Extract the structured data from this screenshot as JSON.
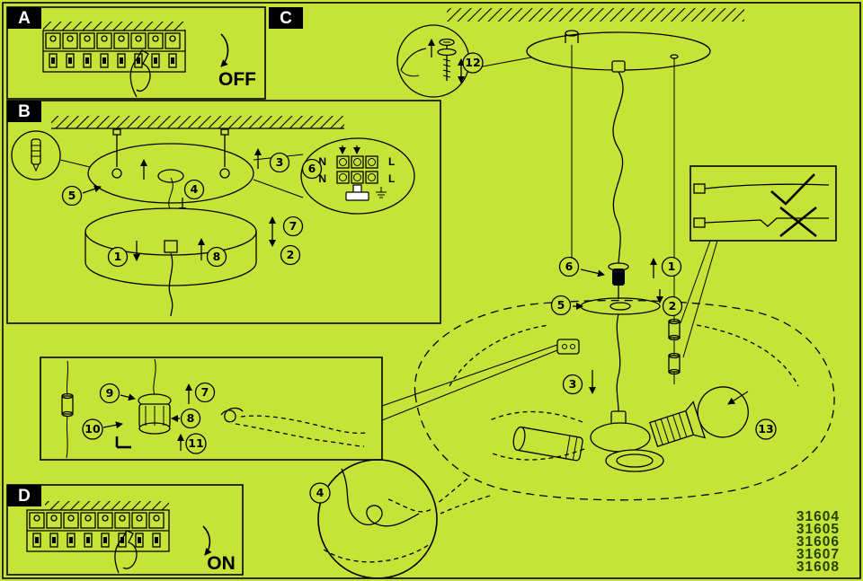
{
  "colors": {
    "background": "#c6e437",
    "line": "#000000",
    "panel_label_bg": "#000000",
    "panel_label_fg": "#ffffff",
    "model_text": "#234000"
  },
  "panels": {
    "a": {
      "label": "A",
      "power_state": "OFF"
    },
    "b": {
      "label": "B"
    },
    "c": {
      "label": "C"
    },
    "d": {
      "label": "D",
      "power_state": "ON"
    }
  },
  "callouts": {
    "1": "1",
    "2": "2",
    "3": "3",
    "4": "4",
    "5": "5",
    "6": "6",
    "7": "7",
    "8": "8",
    "9": "9",
    "10": "10",
    "11": "11",
    "12": "12",
    "13": "13"
  },
  "terminal_labels": {
    "n_top": "N",
    "l_top": "L",
    "n_bottom": "N",
    "l_bottom": "L"
  },
  "models": [
    "31604",
    "31605",
    "31606",
    "31607",
    "31608"
  ],
  "icons": {
    "correct_mark": "check-icon",
    "incorrect_mark": "cross-icon"
  }
}
